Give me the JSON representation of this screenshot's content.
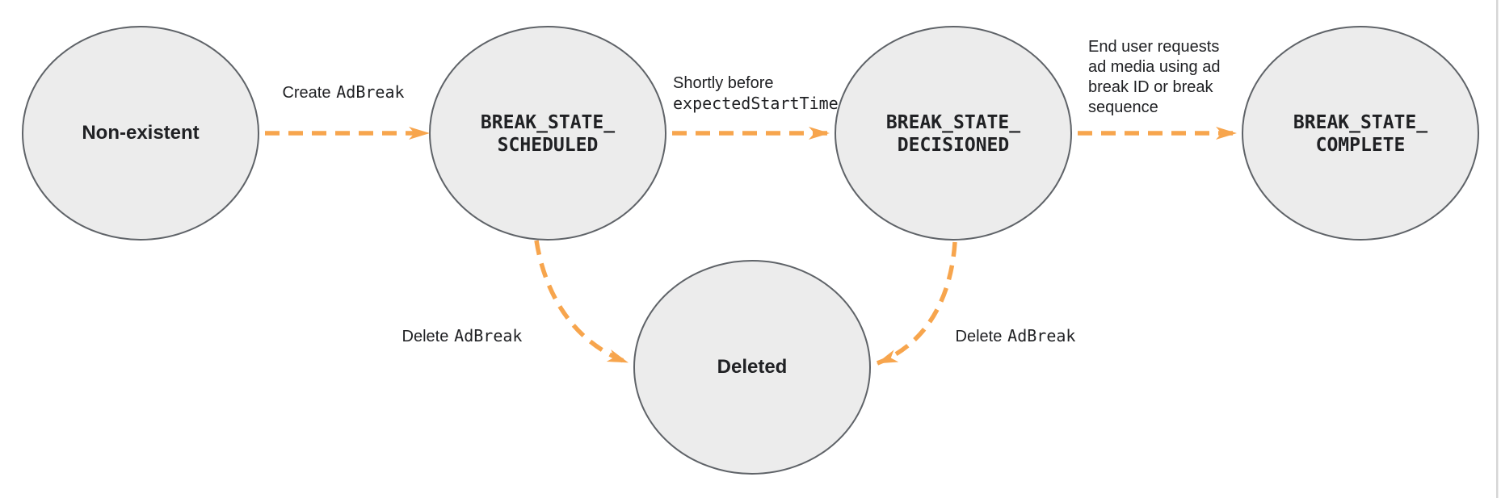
{
  "diagram": {
    "type": "state-transition-diagram",
    "colors": {
      "node_fill": "#ECECEC",
      "node_border": "#5F6368",
      "arrow": "#F7A54D",
      "text": "#202124",
      "page_edge": "#D6D6D6"
    },
    "nodes": [
      {
        "id": "non-existent",
        "label": "Non-existent"
      },
      {
        "id": "break-state-scheduled",
        "line1": "BREAK_STATE_",
        "line2": "SCHEDULED"
      },
      {
        "id": "break-state-decisioned",
        "line1": "BREAK_STATE_",
        "line2": "DECISIONED"
      },
      {
        "id": "break-state-complete",
        "line1": "BREAK_STATE_",
        "line2": "COMPLETE"
      },
      {
        "id": "deleted",
        "label": "Deleted"
      }
    ],
    "edges": [
      {
        "id": "create-adbreak",
        "from": "non-existent",
        "to": "break-state-scheduled",
        "label_text": "Create",
        "label_code": "AdBreak"
      },
      {
        "id": "shortly-before-expected-start-time",
        "from": "break-state-scheduled",
        "to": "break-state-decisioned",
        "label_line1": "Shortly before",
        "label_line2_code": "expectedStartTime"
      },
      {
        "id": "end-user-requests-ad-media",
        "from": "break-state-decisioned",
        "to": "break-state-complete",
        "label_lines": [
          "End user requests",
          "ad media using ad",
          "break ID or break",
          "sequence"
        ]
      },
      {
        "id": "delete-adbreak-from-scheduled",
        "from": "break-state-scheduled",
        "to": "deleted",
        "label_text": "Delete",
        "label_code": "AdBreak"
      },
      {
        "id": "delete-adbreak-from-decisioned",
        "from": "break-state-decisioned",
        "to": "deleted",
        "label_text": "Delete",
        "label_code": "AdBreak"
      }
    ]
  }
}
